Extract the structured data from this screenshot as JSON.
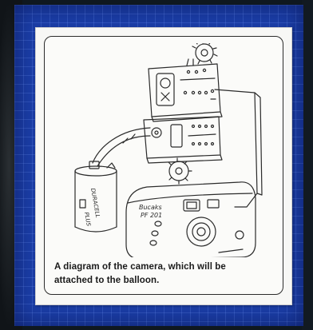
{
  "caption": {
    "line1": "A diagram of the camera, which will be",
    "line2": "attached to the balloon."
  },
  "battery": {
    "brand_line1": "DURACELL",
    "brand_line2": "PLUS"
  },
  "camera": {
    "model_line1": "Bucaks",
    "model_line2": "PF 201"
  },
  "colors": {
    "panel_blue": "#1b3ea8",
    "grid_line": "#7aa0ff",
    "card_bg": "#f7f7f5",
    "ink": "#2b2b2b"
  }
}
